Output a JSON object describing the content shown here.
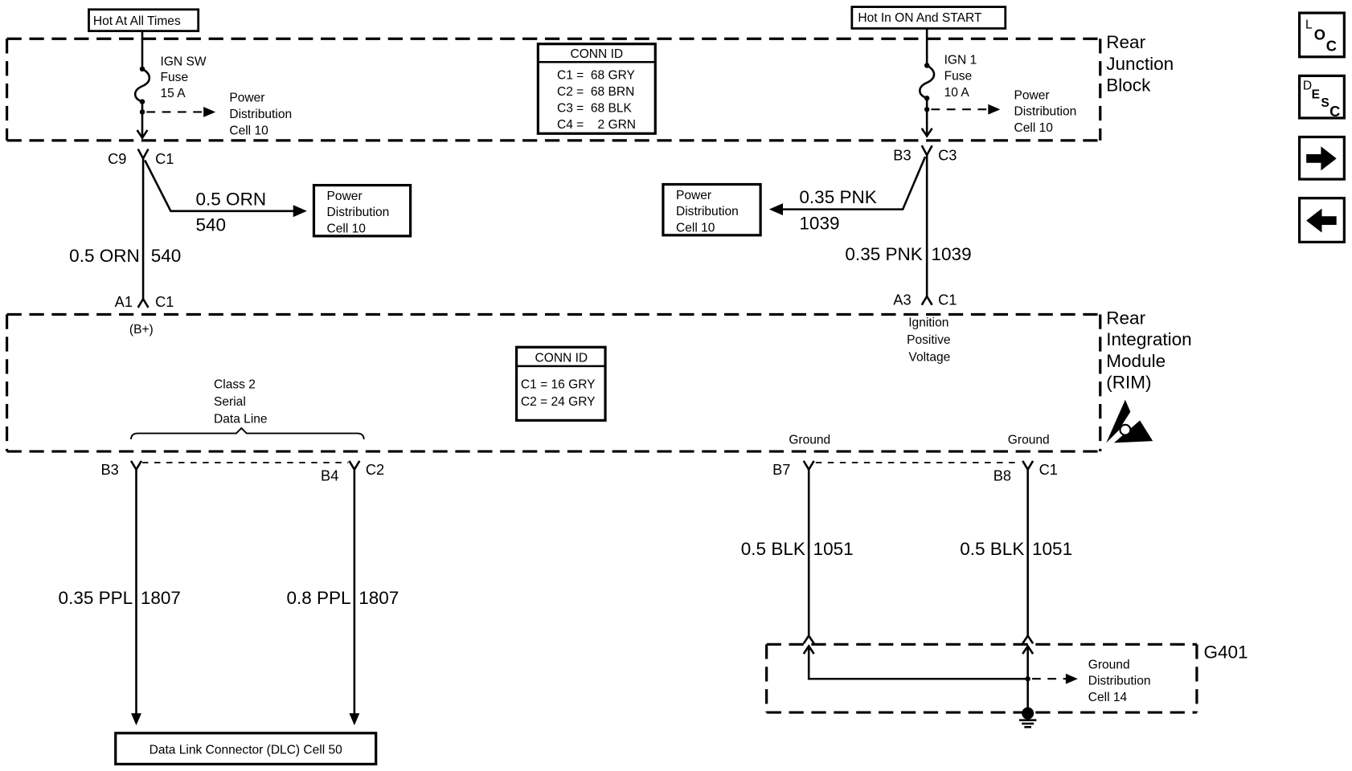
{
  "diagram": {
    "title_left_power": "Hot At All Times",
    "title_right_power": "Hot In ON And START",
    "rear_junction_block": {
      "label_lines": [
        "Rear",
        "Junction",
        "Block"
      ],
      "conn_id": {
        "header": "CONN ID",
        "rows": [
          "C1 =  68 GRY",
          "C2 =  68 BRN",
          "C3 =  68 BLK",
          "C4 =    2 GRN"
        ]
      },
      "fuse_left": {
        "lines": [
          "IGN SW",
          "Fuse",
          "15 A"
        ]
      },
      "fuse_right": {
        "lines": [
          "IGN 1",
          "Fuse",
          "10 A"
        ]
      },
      "power_dist_left": [
        "Power",
        "Distribution",
        "Cell 10"
      ],
      "power_dist_right": [
        "Power",
        "Distribution",
        "Cell 10"
      ]
    },
    "connectors": {
      "c9": "C9",
      "c1_top_left": "C1",
      "b3_top": "B3",
      "c3_top": "C3",
      "a1": "A1",
      "c1_a1": "C1",
      "b_plus": "(B+)",
      "a3": "A3",
      "c1_a3": "C1",
      "b3_bottom": "B3",
      "b4": "B4",
      "c2": "C2",
      "b7": "B7",
      "b8": "B8",
      "c1_b8": "C1"
    },
    "wires": {
      "left_branch": {
        "size_color": "0.5 ORN",
        "circuit": "540"
      },
      "left_main": {
        "size_color": "0.5 ORN",
        "circuit": "540"
      },
      "right_branch": {
        "size_color": "0.35 PNK",
        "circuit": "1039"
      },
      "right_main": {
        "size_color": "0.35 PNK",
        "circuit": "1039"
      },
      "dlc_left": {
        "size_color": "0.35 PPL",
        "circuit": "1807"
      },
      "dlc_right": {
        "size_color": "0.8 PPL",
        "circuit": "1807"
      },
      "ground_left": {
        "size_color": "0.5 BLK",
        "circuit": "1051"
      },
      "ground_right": {
        "size_color": "0.5 BLK",
        "circuit": "1051"
      }
    },
    "power_dist_box_left": [
      "Power",
      "Distribution",
      "Cell 10"
    ],
    "power_dist_box_right": [
      "Power",
      "Distribution",
      "Cell 10"
    ],
    "rim": {
      "label_lines": [
        "Rear",
        "Integration",
        "Module",
        "(RIM)"
      ],
      "conn_id": {
        "header": "CONN ID",
        "rows": [
          "C1 = 16 GRY",
          "C2 = 24 GRY"
        ]
      },
      "ignition_label": [
        "Ignition",
        "Positive",
        "Voltage"
      ],
      "class2_label": [
        "Class 2",
        "Serial",
        "Data Line"
      ],
      "ground_left_label": "Ground",
      "ground_right_label": "Ground",
      "esd_icon": "esd-sensitive-icon"
    },
    "g401": {
      "label": "G401",
      "ground_dist": [
        "Ground",
        "Distribution",
        "Cell 14"
      ]
    },
    "dlc_box": "Data Link Connector (DLC) Cell 50"
  },
  "nav_buttons": {
    "loc": {
      "letters": [
        "L",
        "O",
        "C"
      ],
      "icon": "location-icon"
    },
    "desc": {
      "letters": [
        "D",
        "E",
        "S",
        "C"
      ],
      "icon": "description-icon"
    },
    "next": {
      "icon": "arrow-right-icon"
    },
    "prev": {
      "icon": "arrow-left-icon"
    }
  }
}
